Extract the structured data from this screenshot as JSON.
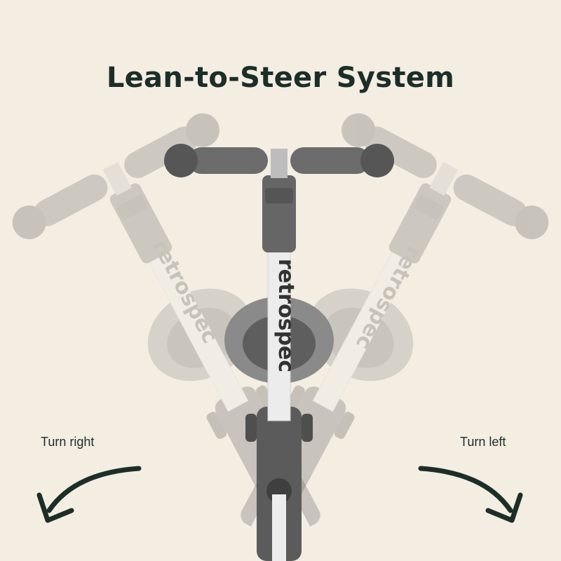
{
  "title": "Lean-to-Steer System",
  "brand": "retrospec",
  "labels": {
    "turn_right": "Turn right",
    "turn_left": "Turn left"
  },
  "colors": {
    "background": "#f4ede2",
    "text": "#1c2e28",
    "grip": "#6e6e6e",
    "stem": "#ececec"
  }
}
